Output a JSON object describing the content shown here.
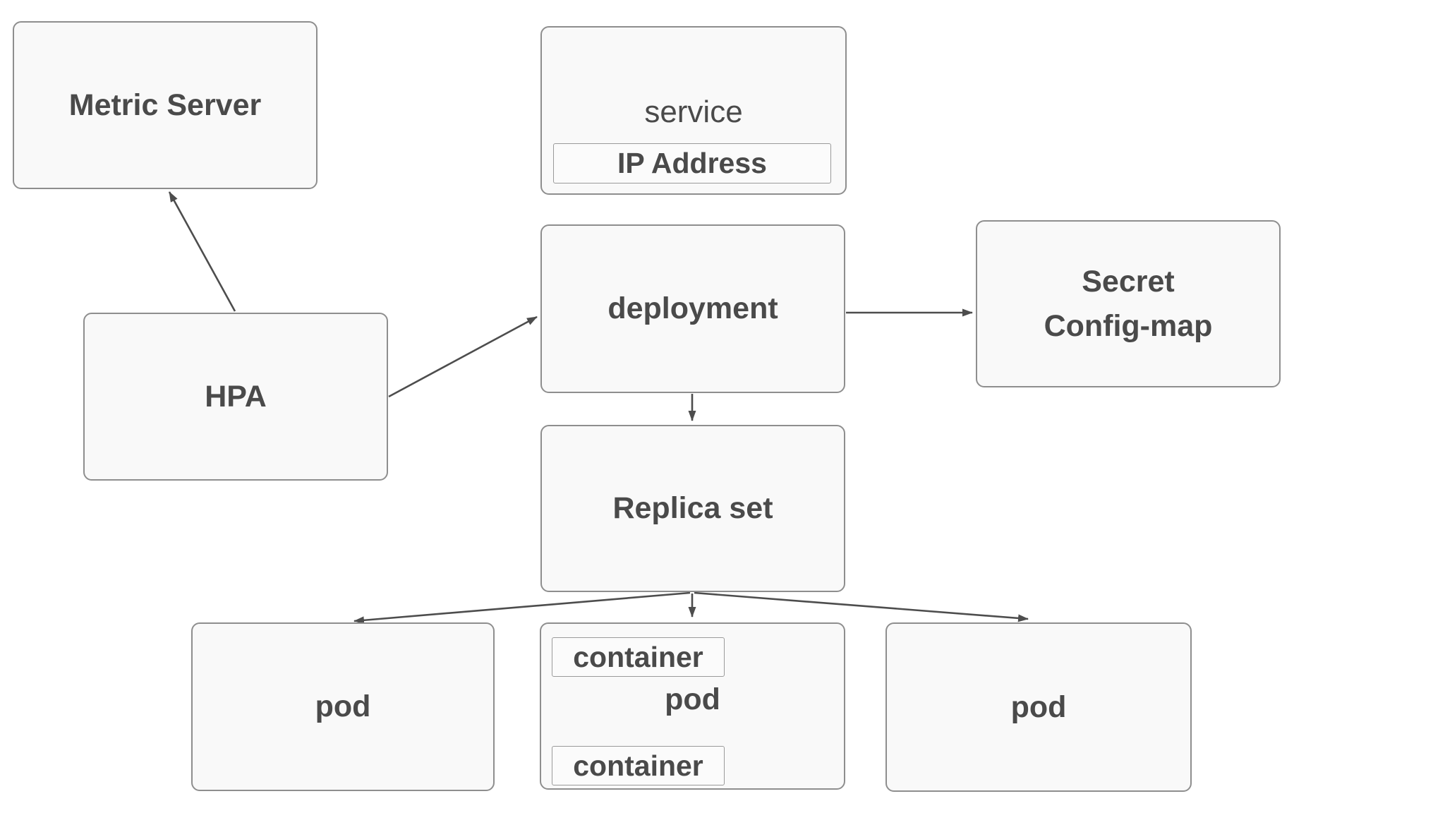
{
  "diagram": {
    "title_present": false,
    "nodes": {
      "metric_server": {
        "label": "Metric Server"
      },
      "service": {
        "label": "service",
        "sublabel": "IP Address"
      },
      "hpa": {
        "label": "HPA"
      },
      "deployment": {
        "label": "deployment"
      },
      "secret": {
        "label_line1": "Secret",
        "label_line2": "Config-map"
      },
      "replica_set": {
        "label": "Replica set"
      },
      "pod_left": {
        "label": "pod"
      },
      "pod_middle": {
        "label": "pod",
        "containers": [
          "container",
          "container"
        ]
      },
      "pod_right": {
        "label": "pod"
      }
    },
    "edges": [
      {
        "from": "hpa",
        "to": "metric_server"
      },
      {
        "from": "hpa",
        "to": "deployment"
      },
      {
        "from": "deployment",
        "to": "secret"
      },
      {
        "from": "deployment",
        "to": "replica_set"
      },
      {
        "from": "replica_set",
        "to": "pod_left"
      },
      {
        "from": "replica_set",
        "to": "pod_middle"
      },
      {
        "from": "replica_set",
        "to": "pod_right"
      }
    ],
    "colors": {
      "background": "#ffffff",
      "box_fill": "#f9f9f9",
      "box_border": "#8e8e8e",
      "subbox_fill": "#fbfbfb",
      "subbox_border": "#9a9a9a",
      "text": "#4a4a4a",
      "arrow": "#4d4d4d"
    }
  }
}
